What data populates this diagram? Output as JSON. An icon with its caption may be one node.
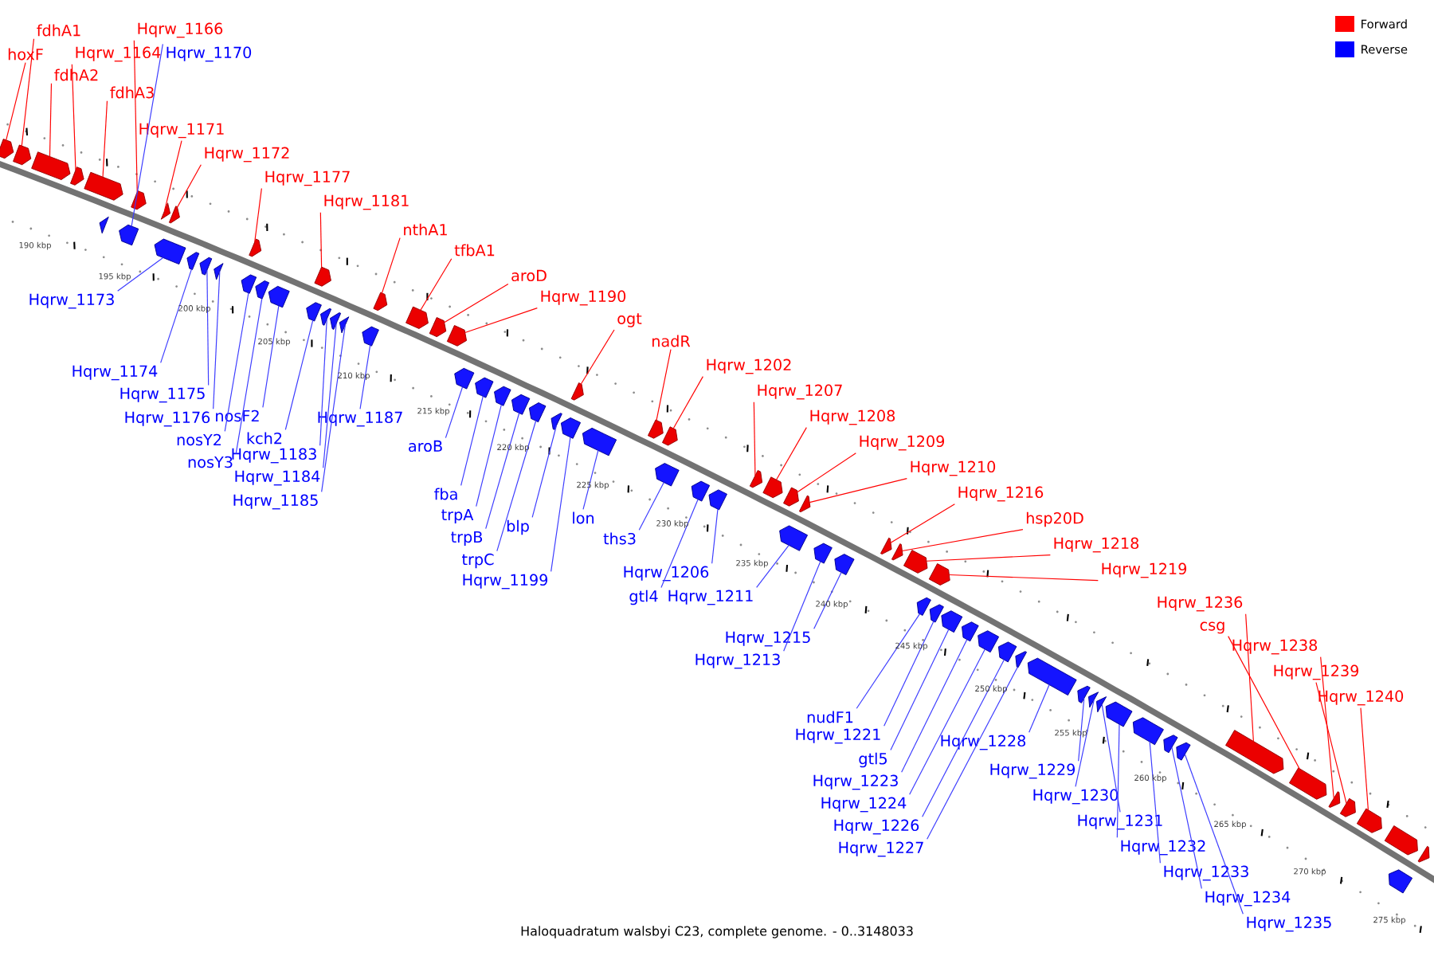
{
  "diagram": {
    "caption": "Haloquadratum walsbyi C23, complete genome. - 0..3148033",
    "nodes": [
      {
        "text": [
          "hoxF"
        ]
      },
      {
        "text": [
          "fdhA1"
        ]
      },
      {
        "text": [
          "fdhA2"
        ]
      },
      {
        "text": [
          "Hqrw_1164"
        ]
      },
      {
        "text": [
          "fdhA3"
        ]
      },
      {
        "text": [
          "Hqrw_1166"
        ]
      },
      {
        "text": [
          "Hqrw_1171"
        ]
      },
      {
        "text": [
          "Hqrw_1172"
        ]
      },
      {
        "text": [
          "Hqrw_1177"
        ]
      },
      {
        "text": [
          "Hqrw_1181"
        ]
      },
      {
        "text": [
          "nthA1"
        ]
      },
      {
        "text": [
          "tfbA1"
        ]
      },
      {
        "text": [
          "aroD"
        ]
      },
      {
        "text": [
          "Hqrw_1190"
        ]
      },
      {
        "text": [
          "ogt"
        ]
      },
      {
        "text": [
          "nadR"
        ]
      },
      {
        "text": [
          "Hqrw_1202"
        ]
      },
      {
        "text": [
          "Hqrw_1207"
        ]
      },
      {
        "text": [
          "Hqrw_1208"
        ]
      },
      {
        "text": [
          "Hqrw_1209"
        ]
      },
      {
        "text": [
          "Hqrw_1210"
        ]
      },
      {
        "text": [
          "Hqrw_1216"
        ]
      },
      {
        "text": [
          "hsp20D"
        ]
      },
      {
        "text": [
          "Hqrw_1218"
        ]
      },
      {
        "text": [
          "Hqrw_1219"
        ]
      },
      {
        "text": [
          "Hqrw_1236"
        ]
      },
      {
        "text": [
          "csg"
        ]
      },
      {
        "text": [
          "Hqrw_1238"
        ]
      },
      {
        "text": [
          "Hqrw_1239"
        ]
      },
      {
        "text": [
          "Hqrw_1240"
        ]
      },
      {
        "text": [
          "Hqrw_1170"
        ]
      },
      {
        "text": [
          "Hqrw_1173"
        ]
      },
      {
        "text": [
          "Hqrw_1174"
        ]
      },
      {
        "text": [
          "Hqrw_1175"
        ]
      },
      {
        "text": [
          "Hqrw_1176"
        ]
      },
      {
        "text": [
          "nosY2"
        ]
      },
      {
        "text": [
          "nosY3"
        ]
      },
      {
        "text": [
          "nosF2"
        ]
      },
      {
        "text": [
          "kch2"
        ]
      },
      {
        "text": [
          "Hqrw_1183"
        ]
      },
      {
        "text": [
          "Hqrw_1184"
        ]
      },
      {
        "text": [
          "Hqrw_1185"
        ]
      },
      {
        "text": [
          "Hqrw_1187"
        ]
      },
      {
        "text": [
          "aroB"
        ]
      },
      {
        "text": [
          "fba"
        ]
      },
      {
        "text": [
          "trpA"
        ]
      },
      {
        "text": [
          "trpB"
        ]
      },
      {
        "text": [
          "trpC"
        ]
      },
      {
        "text": [
          "blp"
        ]
      },
      {
        "text": [
          "Hqrw_1199"
        ]
      },
      {
        "text": [
          "lon"
        ]
      },
      {
        "text": [
          "ths3"
        ]
      },
      {
        "text": [
          "gtl4"
        ]
      },
      {
        "text": [
          "Hqrw_1206"
        ]
      },
      {
        "text": [
          "Hqrw_1211"
        ]
      },
      {
        "text": [
          "Hqrw_1213"
        ]
      },
      {
        "text": [
          "Hqrw_1215"
        ]
      },
      {
        "text": [
          "nudF1"
        ]
      },
      {
        "text": [
          "Hqrw_1221"
        ]
      },
      {
        "text": [
          "gtl5"
        ]
      },
      {
        "text": [
          "Hqrw_1223"
        ]
      },
      {
        "text": [
          "Hqrw_1224"
        ]
      },
      {
        "text": [
          "Hqrw_1226"
        ]
      },
      {
        "text": [
          "Hqrw_1227"
        ]
      },
      {
        "text": [
          "Hqrw_1228"
        ]
      },
      {
        "text": [
          "Hqrw_1229"
        ]
      },
      {
        "text": [
          "Hqrw_1230"
        ]
      },
      {
        "text": [
          "Hqrw_1231"
        ]
      },
      {
        "text": [
          "Hqrw_1232"
        ]
      },
      {
        "text": [
          "Hqrw_1233"
        ]
      },
      {
        "text": [
          "Hqrw_1234"
        ]
      },
      {
        "text": [
          "Hqrw_1235"
        ]
      },
      {
        "text": [],
        "shape": "arrow"
      },
      {
        "text": [],
        "shape": "arrow"
      },
      {
        "text": [],
        "shape": "arrow"
      },
      {
        "text": [],
        "shape": "arrow"
      },
      {
        "text": [],
        "shape": "arrow"
      },
      {
        "text": [],
        "shape": "arrow"
      },
      {
        "text": [],
        "shape": "arrow"
      },
      {
        "text": [],
        "shape": "arrow"
      },
      {
        "text": [],
        "shape": "arrow"
      },
      {
        "text": [],
        "shape": "arrow"
      },
      {
        "text": [],
        "shape": "arrow"
      },
      {
        "text": [],
        "shape": "arrow"
      },
      {
        "text": [],
        "shape": "arrow"
      },
      {
        "text": [],
        "shape": "arrow"
      },
      {
        "text": [],
        "shape": "arrow"
      },
      {
        "text": [],
        "shape": "arrow"
      },
      {
        "text": [],
        "shape": "arrow"
      },
      {
        "text": [],
        "shape": "arrow"
      },
      {
        "text": [],
        "shape": "arrow"
      },
      {
        "text": [],
        "shape": "arrow"
      },
      {
        "text": [],
        "shape": "arrow"
      },
      {
        "text": [],
        "shape": "arrow"
      },
      {
        "text": [],
        "shape": "arrow"
      },
      {
        "text": [],
        "shape": "arrow"
      },
      {
        "text": [],
        "shape": "arrow"
      },
      {
        "text": [],
        "shape": "arrow"
      },
      {
        "text": [],
        "shape": "arrow"
      },
      {
        "text": [],
        "shape": "arrow"
      },
      {
        "text": [],
        "shape": "arrow"
      },
      {
        "text": [],
        "shape": "arrow"
      },
      {
        "text": [],
        "shape": "arrow"
      },
      {
        "text": [],
        "shape": "arrow"
      },
      {
        "text": [],
        "shape": "arrow"
      },
      {
        "text": [],
        "shape": "arrow"
      },
      {
        "text": [],
        "shape": "arrow"
      },
      {
        "text": [],
        "shape": "arrow"
      },
      {
        "text": [],
        "shape": "arrow"
      },
      {
        "text": [],
        "shape": "arrow"
      },
      {
        "text": [],
        "shape": "arrow"
      },
      {
        "text": [],
        "shape": "arrow"
      },
      {
        "text": [],
        "shape": "arrow"
      },
      {
        "text": [],
        "shape": "arrow"
      },
      {
        "text": [],
        "shape": "arrow"
      },
      {
        "text": [],
        "shape": "arrow"
      },
      {
        "text": [],
        "shape": "arrow"
      },
      {
        "text": [],
        "shape": "arrow"
      },
      {
        "text": [],
        "shape": "arrow"
      },
      {
        "text": [],
        "shape": "arrow"
      },
      {
        "text": [],
        "shape": "arrow"
      },
      {
        "text": [],
        "shape": "arrow"
      },
      {
        "text": [],
        "shape": "arrow"
      },
      {
        "text": [],
        "shape": "arrow"
      },
      {
        "text": [],
        "shape": "arrow"
      },
      {
        "text": [],
        "shape": "arrow"
      },
      {
        "text": [],
        "shape": "arrow"
      },
      {
        "text": [],
        "shape": "arrow"
      },
      {
        "text": [],
        "shape": "arrow"
      },
      {
        "text": [],
        "shape": "arrow"
      },
      {
        "text": [],
        "shape": "arrow"
      },
      {
        "text": [],
        "shape": "arrow"
      },
      {
        "text": [],
        "shape": "arrow"
      },
      {
        "text": [],
        "shape": "arrow"
      },
      {
        "text": [],
        "shape": "arrow"
      },
      {
        "text": [],
        "shape": "arrow"
      },
      {
        "text": [],
        "shape": "arrow"
      },
      {
        "text": [],
        "shape": "arrow"
      },
      {
        "text": [],
        "shape": "arrow"
      },
      {
        "text": [],
        "shape": "arrow"
      },
      {
        "text": [],
        "shape": "arrow"
      },
      {
        "text": [],
        "shape": "arrow"
      },
      {
        "text": [],
        "shape": "arrow"
      },
      {
        "text": [],
        "shape": "arrow"
      },
      {
        "text": [],
        "shape": "arrow"
      },
      {
        "text": [],
        "shape": "arrow"
      },
      {
        "text": [],
        "shape": "arrow"
      },
      {
        "text": [],
        "shape": "arrow"
      }
    ],
    "edges": [
      {
        "from": 0,
        "to": 72,
        "arrow": "none",
        "color": "#ff0000"
      },
      {
        "from": 1,
        "to": 73,
        "arrow": "none",
        "color": "#ff0000"
      },
      {
        "from": 2,
        "to": 74,
        "arrow": "none",
        "color": "#ff0000"
      },
      {
        "from": 3,
        "to": 75,
        "arrow": "none",
        "color": "#ff0000"
      },
      {
        "from": 4,
        "to": 76,
        "arrow": "none",
        "color": "#ff0000"
      },
      {
        "from": 5,
        "to": 77,
        "arrow": "none",
        "color": "#ff0000"
      },
      {
        "from": 6,
        "to": 78,
        "arrow": "none",
        "color": "#ff0000"
      },
      {
        "from": 7,
        "to": 79,
        "arrow": "none",
        "color": "#ff0000"
      },
      {
        "from": 8,
        "to": 80,
        "arrow": "none",
        "color": "#ff0000"
      },
      {
        "from": 9,
        "to": 81,
        "arrow": "none",
        "color": "#ff0000"
      },
      {
        "from": 10,
        "to": 82,
        "arrow": "none",
        "color": "#ff0000"
      },
      {
        "from": 11,
        "to": 83,
        "arrow": "none",
        "color": "#ff0000"
      },
      {
        "from": 12,
        "to": 84,
        "arrow": "none",
        "color": "#ff0000"
      },
      {
        "from": 13,
        "to": 85,
        "arrow": "none",
        "color": "#ff0000"
      },
      {
        "from": 14,
        "to": 86,
        "arrow": "none",
        "color": "#ff0000"
      },
      {
        "from": 15,
        "to": 87,
        "arrow": "none",
        "color": "#ff0000"
      },
      {
        "from": 16,
        "to": 88,
        "arrow": "none",
        "color": "#ff0000"
      },
      {
        "from": 17,
        "to": 89,
        "arrow": "none",
        "color": "#ff0000"
      },
      {
        "from": 18,
        "to": 90,
        "arrow": "none",
        "color": "#ff0000"
      },
      {
        "from": 19,
        "to": 91,
        "arrow": "none",
        "color": "#ff0000"
      },
      {
        "from": 20,
        "to": 92,
        "arrow": "none",
        "color": "#ff0000"
      },
      {
        "from": 21,
        "to": 93,
        "arrow": "none",
        "color": "#ff0000"
      },
      {
        "from": 22,
        "to": 94,
        "arrow": "none",
        "color": "#ff0000"
      },
      {
        "from": 23,
        "to": 95,
        "arrow": "none",
        "color": "#ff0000"
      },
      {
        "from": 24,
        "to": 96,
        "arrow": "none",
        "color": "#ff0000"
      },
      {
        "from": 25,
        "to": 97,
        "arrow": "none",
        "color": "#ff0000"
      },
      {
        "from": 26,
        "to": 98,
        "arrow": "none",
        "color": "#ff0000"
      },
      {
        "from": 27,
        "to": 99,
        "arrow": "none",
        "color": "#ff0000"
      },
      {
        "from": 28,
        "to": 100,
        "arrow": "none",
        "color": "#ff0000"
      },
      {
        "from": 29,
        "to": 101,
        "arrow": "none",
        "color": "#ff0000"
      },
      {
        "from": 30,
        "to": 105,
        "arrow": "none"
      },
      {
        "from": 31,
        "to": 106,
        "arrow": "none"
      },
      {
        "from": 32,
        "to": 107,
        "arrow": "none"
      },
      {
        "from": 33,
        "to": 108,
        "arrow": "none"
      },
      {
        "from": 34,
        "to": 109,
        "arrow": "none"
      },
      {
        "from": 35,
        "to": 110,
        "arrow": "none"
      },
      {
        "from": 36,
        "to": 111,
        "arrow": "none"
      },
      {
        "from": 37,
        "to": 112,
        "arrow": "none"
      },
      {
        "from": 38,
        "to": 113,
        "arrow": "none"
      },
      {
        "from": 39,
        "to": 114,
        "arrow": "none"
      },
      {
        "from": 40,
        "to": 115,
        "arrow": "none"
      },
      {
        "from": 41,
        "to": 116,
        "arrow": "none"
      },
      {
        "from": 42,
        "to": 117,
        "arrow": "none"
      },
      {
        "from": 43,
        "to": 118,
        "arrow": "none"
      },
      {
        "from": 44,
        "to": 119,
        "arrow": "none"
      },
      {
        "from": 45,
        "to": 120,
        "arrow": "none"
      },
      {
        "from": 46,
        "to": 121,
        "arrow": "none"
      },
      {
        "from": 47,
        "to": 122,
        "arrow": "none"
      },
      {
        "from": 48,
        "to": 123,
        "arrow": "none"
      },
      {
        "from": 49,
        "to": 124,
        "arrow": "none"
      },
      {
        "from": 50,
        "to": 125,
        "arrow": "none"
      },
      {
        "from": 51,
        "to": 126,
        "arrow": "none"
      },
      {
        "from": 52,
        "to": 127,
        "arrow": "none"
      },
      {
        "from": 53,
        "to": 128,
        "arrow": "none"
      },
      {
        "from": 54,
        "to": 129,
        "arrow": "none"
      },
      {
        "from": 55,
        "to": 130,
        "arrow": "none"
      },
      {
        "from": 56,
        "to": 131,
        "arrow": "none"
      },
      {
        "from": 57,
        "to": 132,
        "arrow": "none"
      },
      {
        "from": 58,
        "to": 133,
        "arrow": "none"
      },
      {
        "from": 59,
        "to": 134,
        "arrow": "none"
      },
      {
        "from": 60,
        "to": 135,
        "arrow": "none"
      },
      {
        "from": 61,
        "to": 136,
        "arrow": "none"
      },
      {
        "from": 62,
        "to": 137,
        "arrow": "none"
      },
      {
        "from": 63,
        "to": 138,
        "arrow": "none"
      },
      {
        "from": 64,
        "to": 139,
        "arrow": "none"
      },
      {
        "from": 65,
        "to": 140,
        "arrow": "none"
      },
      {
        "from": 66,
        "to": 141,
        "arrow": "none"
      },
      {
        "from": 67,
        "to": 142,
        "arrow": "none"
      },
      {
        "from": 68,
        "to": 143,
        "arrow": "none"
      },
      {
        "from": 69,
        "to": 144,
        "arrow": "none"
      },
      {
        "from": 70,
        "to": 145,
        "arrow": "none"
      },
      {
        "from": 71,
        "to": 146,
        "arrow": "none"
      }
    ],
    "labels": [
      "190 kbp",
      "195 kbp",
      "200 kbp",
      "205 kbp",
      "210 kbp",
      "215 kbp",
      "220 kbp",
      "225 kbp",
      "230 kbp",
      "235 kbp",
      "240 kbp",
      "245 kbp",
      "250 kbp",
      "255 kbp",
      "260 kbp",
      "265 kbp",
      "270 kbp",
      "275 kbp"
    ],
    "legend": [
      {
        "text": "Forward",
        "color": "#ff0000"
      },
      {
        "text": "Reverse",
        "color": "#0000ff"
      }
    ]
  }
}
